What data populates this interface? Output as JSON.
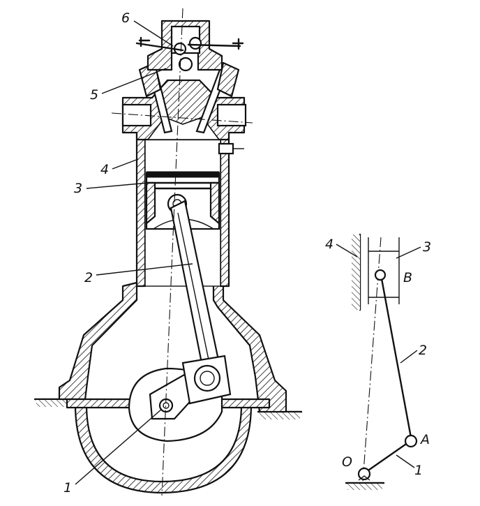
{
  "engine_callouts": [
    {
      "id": "6",
      "label": "6"
    },
    {
      "id": "5",
      "label": "5"
    },
    {
      "id": "4",
      "label": "4"
    },
    {
      "id": "3",
      "label": "3"
    },
    {
      "id": "2",
      "label": "2"
    },
    {
      "id": "1",
      "label": "1"
    }
  ],
  "kinematic_labels": {
    "part_4": "4",
    "part_3": "3",
    "joint_b": "B",
    "part_2": "2",
    "joint_a": "A",
    "joint_o": "O",
    "part_1": "1"
  },
  "colors": {
    "ink": "#111111",
    "paper": "#ffffff"
  }
}
